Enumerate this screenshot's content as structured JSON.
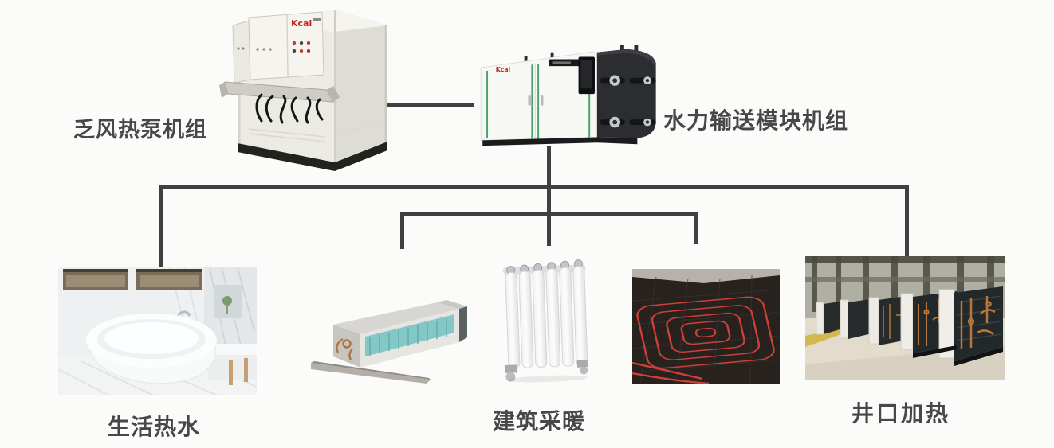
{
  "background": "#fbfbfa",
  "connector_color": "#3e4043",
  "label_color": "#474747",
  "brand": {
    "kcal": "Kcal"
  },
  "labels": {
    "heat_pump": "乏风热泵机组",
    "hydraulic_module": "水力输送模块机组",
    "domestic_hot_water": "生活热水",
    "building_heating": "建筑采暖",
    "wellhead_heating": "井口加热"
  }
}
